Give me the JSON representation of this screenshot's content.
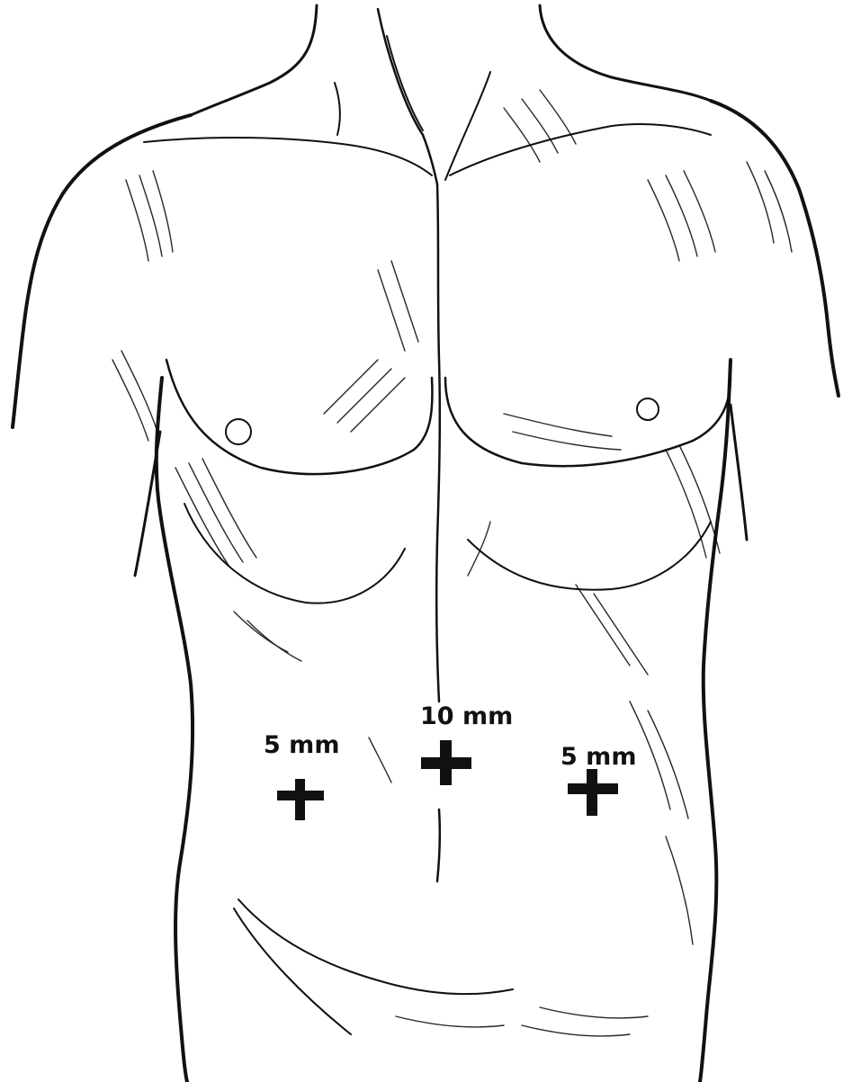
{
  "ports": [
    {
      "id": "left",
      "label": "5 mm"
    },
    {
      "id": "center",
      "label": "10 mm"
    },
    {
      "id": "right",
      "label": "5 mm"
    }
  ],
  "colors": {
    "line": "#111111",
    "background": "#ffffff"
  }
}
